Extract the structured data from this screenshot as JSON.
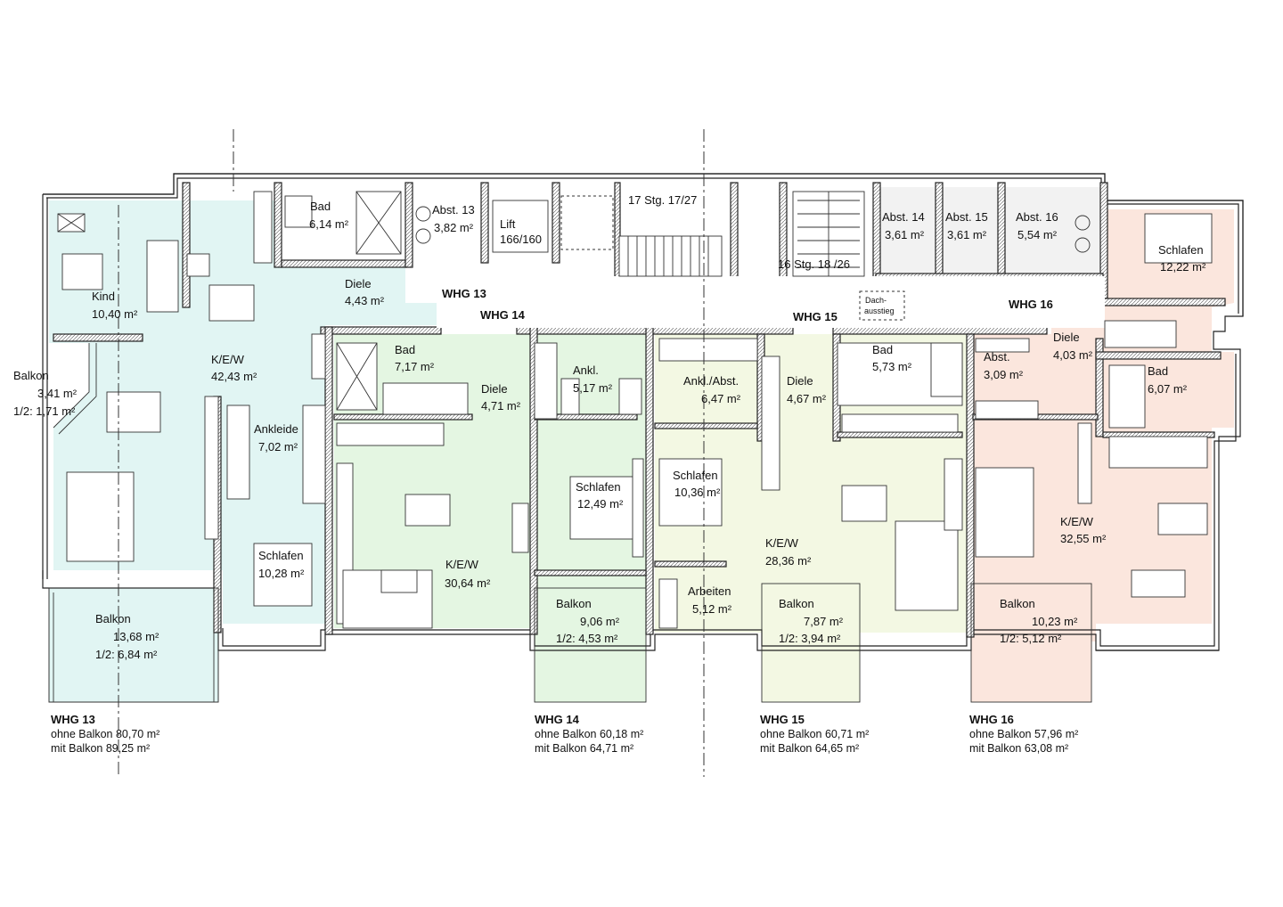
{
  "colors": {
    "whg13": "#e1f5f3",
    "whg14": "#e4f6e2",
    "whg15": "#f3f8e3",
    "whg16": "#fbe6dd",
    "common": "#f2f2f2",
    "wall": "#222222"
  },
  "apartments": [
    {
      "key": "whg13",
      "corridor_label": "WHG 13",
      "rooms": [
        {
          "name": "Bad",
          "area": "6,14 m²"
        },
        {
          "name": "Kind",
          "area": "10,40 m²"
        },
        {
          "name": "Diele",
          "area": "4,43 m²"
        },
        {
          "name": "K/E/W",
          "area": "42,43 m²"
        },
        {
          "name": "Ankleide",
          "area": "7,02 m²"
        },
        {
          "name": "Schlafen",
          "area": "10,28 m²"
        },
        {
          "name": "Balkon",
          "area": "3,41 m²",
          "half": "1/2: 1,71 m²"
        },
        {
          "name": "Balkon",
          "area": "13,68 m²",
          "half": "1/2: 6,84 m²"
        }
      ],
      "summary": {
        "title": "WHG 13",
        "ohne": "ohne Balkon 80,70 m²",
        "mit": "mit Balkon 89,25 m²"
      }
    },
    {
      "key": "whg14",
      "corridor_label": "WHG 14",
      "rooms": [
        {
          "name": "Bad",
          "area": "7,17 m²"
        },
        {
          "name": "Diele",
          "area": "4,71 m²"
        },
        {
          "name": "Ankl.",
          "area": "5,17 m²"
        },
        {
          "name": "Schlafen",
          "area": "12,49 m²"
        },
        {
          "name": "K/E/W",
          "area": "30,64 m²"
        },
        {
          "name": "Balkon",
          "area": "9,06 m²",
          "half": "1/2: 4,53 m²"
        }
      ],
      "summary": {
        "title": "WHG 14",
        "ohne": "ohne Balkon 60,18 m²",
        "mit": "mit Balkon 64,71 m²"
      }
    },
    {
      "key": "whg15",
      "corridor_label": "WHG 15",
      "rooms": [
        {
          "name": "Ankl./Abst.",
          "area": "6,47 m²"
        },
        {
          "name": "Bad",
          "area": "5,73 m²"
        },
        {
          "name": "Diele",
          "area": "4,67 m²"
        },
        {
          "name": "Schlafen",
          "area": "10,36 m²"
        },
        {
          "name": "K/E/W",
          "area": "28,36 m²"
        },
        {
          "name": "Arbeiten",
          "area": "5,12 m²"
        },
        {
          "name": "Balkon",
          "area": "7,87 m²",
          "half": "1/2: 3,94 m²"
        }
      ],
      "summary": {
        "title": "WHG 15",
        "ohne": "ohne Balkon 60,71 m²",
        "mit": "mit Balkon 64,65 m²"
      }
    },
    {
      "key": "whg16",
      "corridor_label": "WHG 16",
      "rooms": [
        {
          "name": "Schlafen",
          "area": "12,22 m²"
        },
        {
          "name": "Diele",
          "area": "4,03 m²"
        },
        {
          "name": "Abst.",
          "area": "3,09 m²"
        },
        {
          "name": "Bad",
          "area": "6,07 m²"
        },
        {
          "name": "K/E/W",
          "area": "32,55 m²"
        },
        {
          "name": "Balkon",
          "area": "10,23 m²",
          "half": "1/2: 5,12 m²"
        }
      ],
      "summary": {
        "title": "WHG 16",
        "ohne": "ohne Balkon 57,96 m²",
        "mit": "mit Balkon 63,08 m²"
      }
    }
  ],
  "common": {
    "abst13": {
      "name": "Abst. 13",
      "area": "3,82 m²"
    },
    "lift": {
      "name": "Lift",
      "size": "166/160"
    },
    "stairs_upper": "17 Stg. 17/27",
    "stairs_lower": "16 Stg. 18 /26",
    "abst14": {
      "name": "Abst. 14",
      "area": "3,61 m²"
    },
    "abst15": {
      "name": "Abst. 15",
      "area": "3,61 m²"
    },
    "abst16": {
      "name": "Abst. 16",
      "area": "5,54 m²"
    },
    "dachausstieg": [
      "Dach-",
      "ausstieg"
    ]
  }
}
